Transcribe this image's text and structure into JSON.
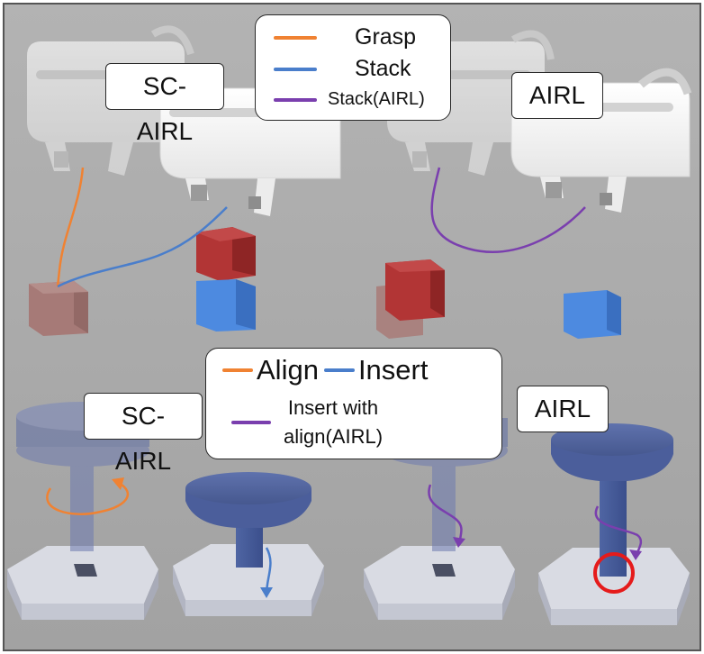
{
  "colors": {
    "orange": "#f08232",
    "blue": "#4a7ecb",
    "purple": "#7a3fae",
    "red_circle": "#e51b1b",
    "background": "#a9a9a9"
  },
  "top": {
    "legend": [
      {
        "label": "Grasp",
        "color": "orange"
      },
      {
        "label": "Stack",
        "color": "blue"
      },
      {
        "label": "Stack(AIRL)",
        "color": "purple"
      }
    ],
    "left_method": "SC-AIRL",
    "right_method": "AIRL"
  },
  "bottom": {
    "legend": {
      "align": "Align",
      "insert": "Insert",
      "insert_with_align_line1": "Insert with",
      "insert_with_align_line2": "align(AIRL)"
    },
    "left_method": "SC-AIRL",
    "right_method": "AIRL"
  }
}
